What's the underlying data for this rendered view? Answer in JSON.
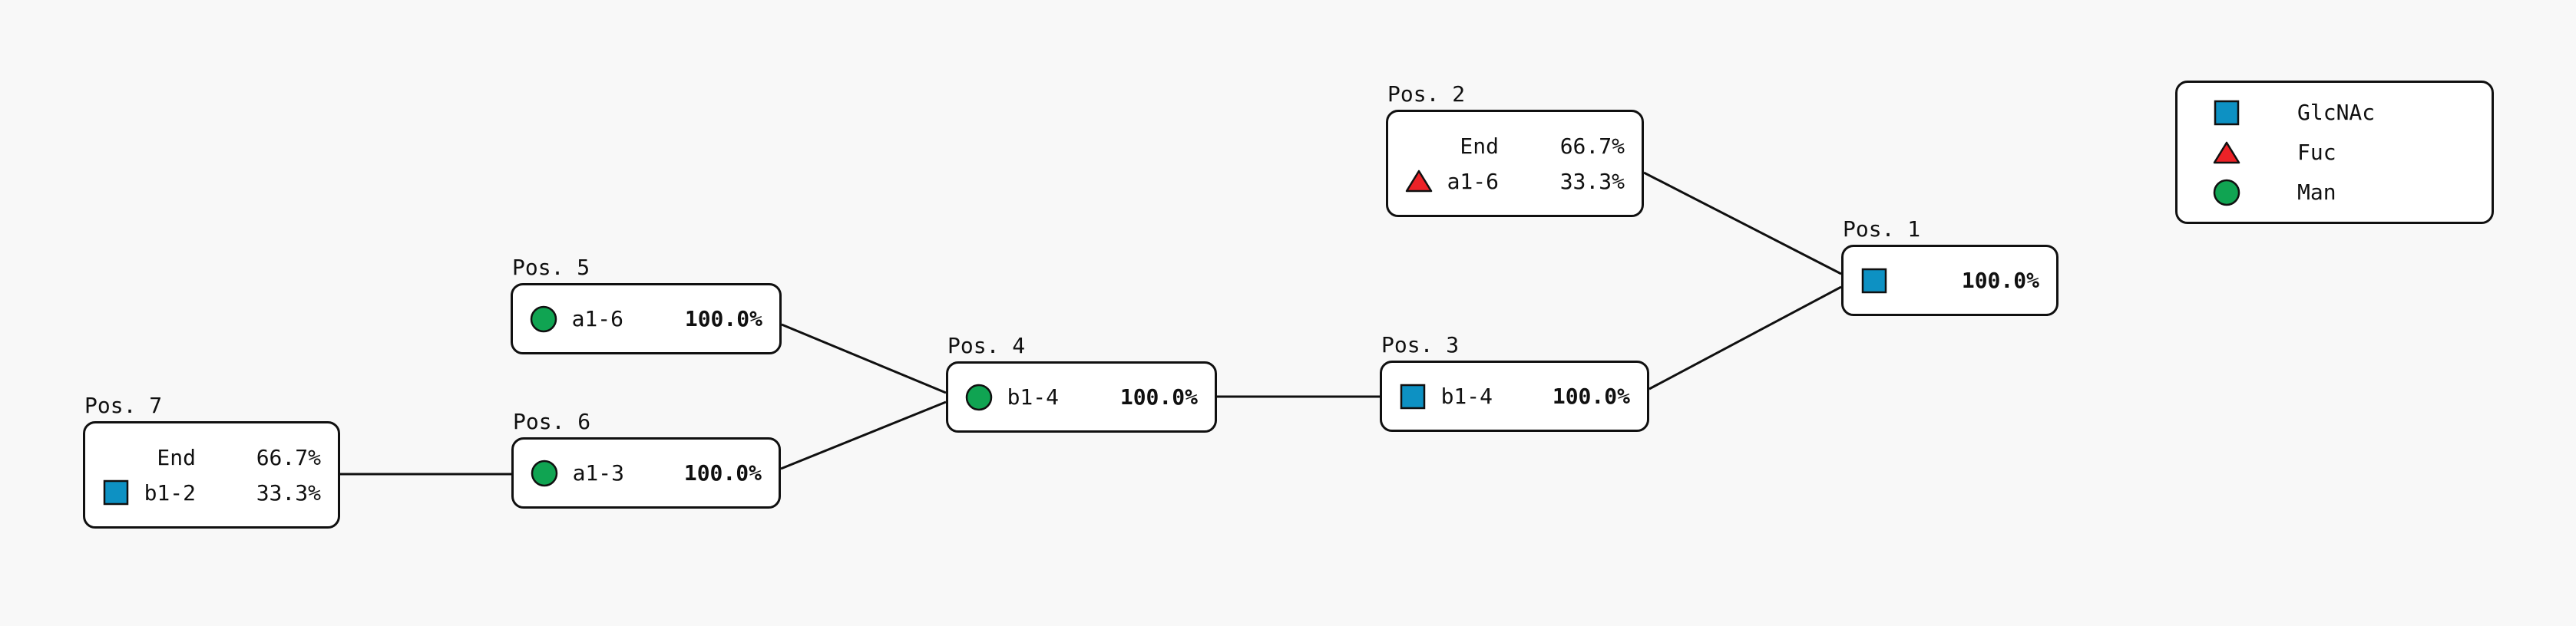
{
  "colors": {
    "background": "#f8f8f8",
    "node_fill": "#ffffff",
    "stroke": "#101010",
    "glcnac_blue": "#0d91c3",
    "fuc_red": "#ec2227",
    "man_green": "#10a452"
  },
  "nodes": [
    {
      "id": "pos-1",
      "title": "Pos. 1",
      "rows": [
        {
          "icon": "square-blue",
          "linkage": "",
          "percent": "100.0%"
        }
      ]
    },
    {
      "id": "pos-2",
      "title": "Pos. 2",
      "rows": [
        {
          "icon": "none",
          "linkage": "End",
          "percent": "66.7%"
        },
        {
          "icon": "triangle-red",
          "linkage": "a1-6",
          "percent": "33.3%"
        }
      ]
    },
    {
      "id": "pos-3",
      "title": "Pos. 3",
      "rows": [
        {
          "icon": "square-blue",
          "linkage": "b1-4",
          "percent": "100.0%"
        }
      ]
    },
    {
      "id": "pos-4",
      "title": "Pos. 4",
      "rows": [
        {
          "icon": "circle-green",
          "linkage": "b1-4",
          "percent": "100.0%"
        }
      ]
    },
    {
      "id": "pos-5",
      "title": "Pos. 5",
      "rows": [
        {
          "icon": "circle-green",
          "linkage": "a1-6",
          "percent": "100.0%"
        }
      ]
    },
    {
      "id": "pos-6",
      "title": "Pos. 6",
      "rows": [
        {
          "icon": "circle-green",
          "linkage": "a1-3",
          "percent": "100.0%"
        }
      ]
    },
    {
      "id": "pos-7",
      "title": "Pos. 7",
      "rows": [
        {
          "icon": "none",
          "linkage": "End",
          "percent": "66.7%"
        },
        {
          "icon": "square-blue",
          "linkage": "b1-2",
          "percent": "33.3%"
        }
      ]
    }
  ],
  "edges": [
    {
      "from": "Pos. 2",
      "to": "Pos. 1"
    },
    {
      "from": "Pos. 3",
      "to": "Pos. 1"
    },
    {
      "from": "Pos. 4",
      "to": "Pos. 3"
    },
    {
      "from": "Pos. 5",
      "to": "Pos. 4"
    },
    {
      "from": "Pos. 6",
      "to": "Pos. 4"
    },
    {
      "from": "Pos. 7",
      "to": "Pos. 6"
    }
  ],
  "legend": {
    "items": [
      {
        "icon": "square-blue",
        "label": "GlcNAc"
      },
      {
        "icon": "triangle-red",
        "label": "Fuc"
      },
      {
        "icon": "circle-green",
        "label": "Man"
      }
    ]
  }
}
